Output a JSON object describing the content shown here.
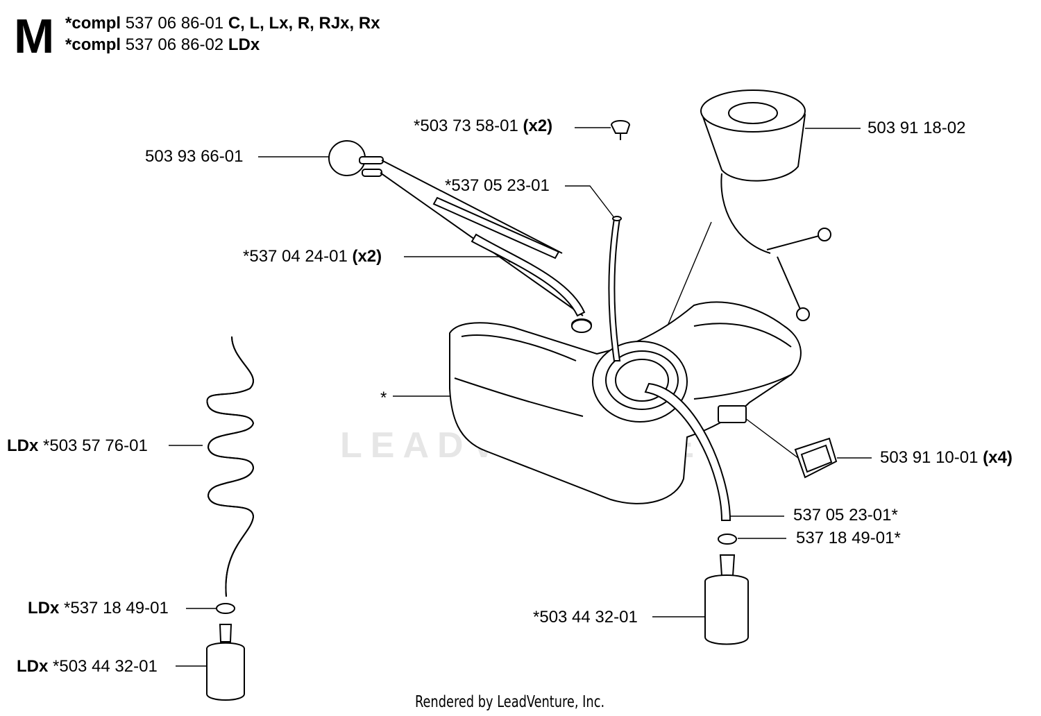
{
  "section": "M",
  "header": [
    {
      "prefix": "*compl",
      "number": "537 06 86-01",
      "suffix": "C, L, Lx, R, RJx, Rx"
    },
    {
      "prefix": "*compl",
      "number": "537 06 86-02",
      "suffix": "LDx"
    }
  ],
  "callouts": {
    "c1": {
      "number": "*503 73 58-01",
      "qty": "(x2)"
    },
    "c2": {
      "number": "503 91 18-02"
    },
    "c3": {
      "number": "503 93 66-01"
    },
    "c4": {
      "number": "*537 05 23-01"
    },
    "c5": {
      "number": "*537 04 24-01",
      "qty": "(x2)"
    },
    "c6": {
      "number": "*"
    },
    "c7": {
      "model": "LDx",
      "number": "*503 57 76-01"
    },
    "c8": {
      "number": "503 91 10-01",
      "qty": "(x4)"
    },
    "c9": {
      "number": "537 05 23-01*"
    },
    "c10": {
      "number": "537 18 49-01*"
    },
    "c11": {
      "number": "*503 44 32-01"
    },
    "c12": {
      "model": "LDx",
      "number": "*537 18 49-01"
    },
    "c13": {
      "model": "LDx",
      "number": "*503 44 32-01"
    }
  },
  "watermark": "LEADVENTURE",
  "footer": "Rendered by LeadVenture, Inc."
}
